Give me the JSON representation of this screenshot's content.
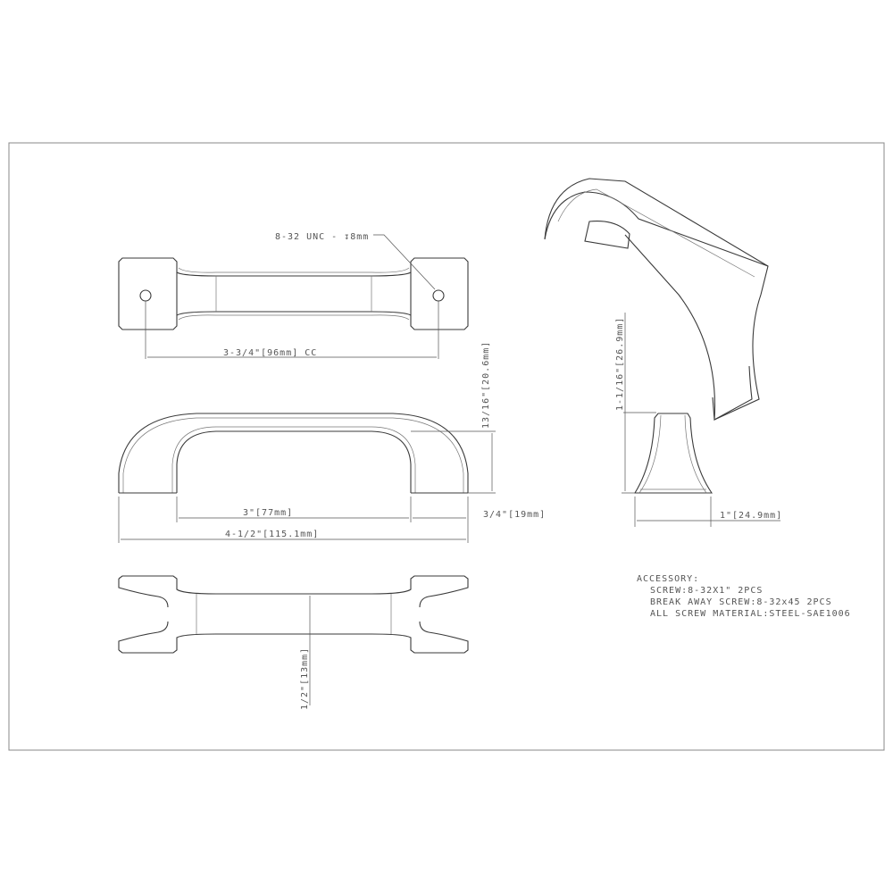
{
  "drawing": {
    "thread_callout": "8-32 UNC - ↧8mm",
    "dimensions": {
      "center_to_center": "3-3/4\"[96mm] CC",
      "height": "13/16\"[20.6mm]",
      "inner_length": "3\"[77mm]",
      "foot_length": "3/4\"[19mm]",
      "overall_length": "4-1/2\"[115.1mm]",
      "width": "1/2\"[13mm]",
      "side_height": "1-1/16\"[26.9mm]",
      "base_width": "1\"[24.9mm]"
    },
    "accessory": {
      "title": "ACCESSORY:",
      "lines": [
        "SCREW:8-32X1\" 2PCS",
        "BREAK AWAY SCREW:8-32x45 2PCS",
        "ALL SCREW MATERIAL:STEEL-SAE1006"
      ]
    },
    "colors": {
      "line": "#3a3a3a",
      "text": "#555555"
    }
  }
}
